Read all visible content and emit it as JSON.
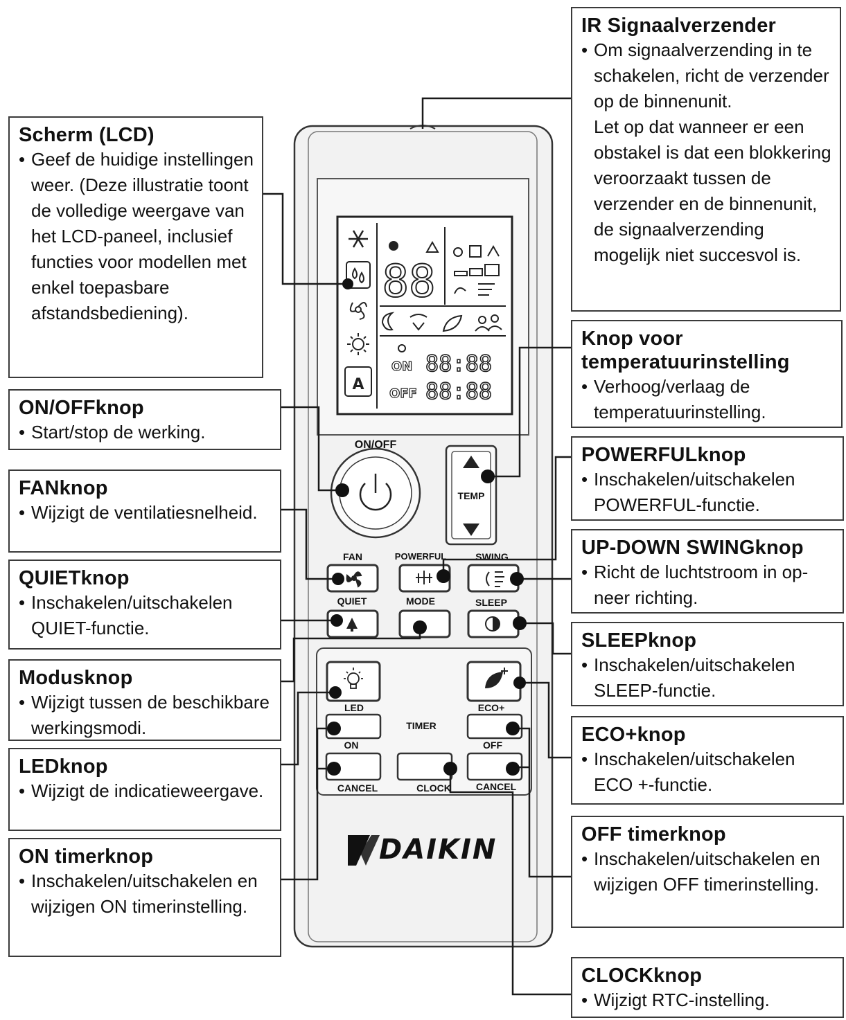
{
  "callouts": {
    "ir": {
      "title": "IR Signaalverzender",
      "desc": "Om signaalverzending in te schakelen, richt de verzender op de binnenunit.",
      "desc2": "Let op dat wanneer er een obstakel is dat een blokkering veroorzaakt tussen de verzender en de binnenunit, de signaalverzending mogelijk niet succesvol is."
    },
    "lcd": {
      "title": "Scherm (LCD)",
      "desc": "Geef de huidige instellingen weer. (Deze illustratie toont de volledige weergave van het LCD-paneel, inclusief functies voor modellen met enkel toepasbare afstandsbediening)."
    },
    "temp": {
      "title": "Knop voor temperatuurinstelling",
      "desc": "Verhoog/verlaag de temperatuurinstelling."
    },
    "onoff": {
      "title": "ON/OFFknop",
      "desc": "Start/stop de werking."
    },
    "powerful": {
      "title": "POWERFULknop",
      "desc": "Inschakelen/uitschakelen POWERFUL-functie."
    },
    "fan": {
      "title": "FANknop",
      "desc": "Wijzigt de ventilatiesnelheid."
    },
    "swing": {
      "title": "UP-DOWN SWINGknop",
      "desc": "Richt de luchtstroom in op-neer richting."
    },
    "quiet": {
      "title": "QUIETknop",
      "desc": "Inschakelen/uitschakelen QUIET-functie."
    },
    "sleep": {
      "title": "SLEEPknop",
      "desc": "Inschakelen/uitschakelen SLEEP-functie."
    },
    "mode": {
      "title": "Modusknop",
      "desc": "Wijzigt tussen de beschikbare werkingsmodi."
    },
    "eco": {
      "title": "ECO+knop",
      "desc": "Inschakelen/uitschakelen ECO +-functie."
    },
    "led": {
      "title": "LEDknop",
      "desc": "Wijzigt de indicatieweergave."
    },
    "offtimer": {
      "title": "OFF timerknop",
      "desc": "Inschakelen/uitschakelen en wijzigen OFF timerinstelling."
    },
    "ontimer": {
      "title": "ON timerknop",
      "desc": "Inschakelen/uitschakelen en wijzigen ON timerinstelling."
    },
    "clock": {
      "title": "CLOCKknop",
      "desc": "Wijzigt RTC-instelling."
    }
  },
  "remote": {
    "labels": {
      "onoff": "ON/OFF",
      "temp": "TEMP",
      "fan": "FAN",
      "powerful": "POWERFUL",
      "swing": "SWING",
      "quiet": "QUIET",
      "mode": "MODE",
      "sleep": "SLEEP",
      "led": "LED",
      "eco": "ECO+",
      "timer": "TIMER",
      "on": "ON",
      "off": "OFF",
      "cancel_left": "CANCEL",
      "clock": "CLOCK",
      "cancel_right": "CANCEL"
    },
    "lcd": {
      "on": "ON",
      "off": "OFF",
      "digits": "88",
      "time": "88:88"
    },
    "brand": "DAIKIN"
  },
  "colors": {
    "line": "#1a1a1a",
    "border": "#3a3a3a",
    "remote_fill": "#f2f2f2",
    "lcd_fill": "#ffffff"
  }
}
